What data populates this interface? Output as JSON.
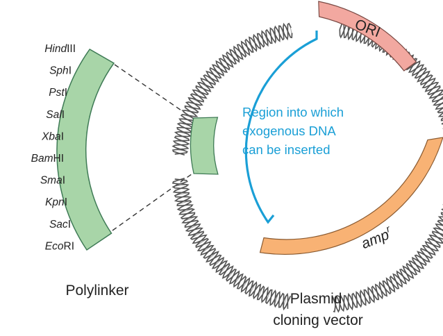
{
  "colors": {
    "polylinker": "#a8d5a8",
    "polylinker_stroke": "#3e7a55",
    "ori": "#f2a8a0",
    "ori_stroke": "#7a4a44",
    "ampr": "#f8b274",
    "ampr_stroke": "#8a5a30",
    "region": "#1a9fd6",
    "dna_stroke": "#555555",
    "text": "#222222"
  },
  "enzymes": [
    {
      "italic": "Hind",
      "roman": "III"
    },
    {
      "italic": "Sph",
      "roman": "I"
    },
    {
      "italic": "Pst",
      "roman": "I"
    },
    {
      "italic": "Sal",
      "roman": "I"
    },
    {
      "italic": "Xba",
      "roman": "I"
    },
    {
      "italic": "Bam",
      "roman": "HI"
    },
    {
      "italic": "Sma",
      "roman": "I"
    },
    {
      "italic": "Kpn",
      "roman": "I"
    },
    {
      "italic": "Sac",
      "roman": "I"
    },
    {
      "italic": "Eco",
      "roman": "RI"
    }
  ],
  "labels": {
    "ori": "ORI",
    "amp_base": "amp",
    "amp_sup": "r",
    "region_lines": [
      "Region into which",
      "exogenous DNA",
      "can  be inserted"
    ],
    "polylinker": "Polylinker",
    "plasmid_lines": [
      "Plasmid",
      "cloning vector"
    ]
  }
}
